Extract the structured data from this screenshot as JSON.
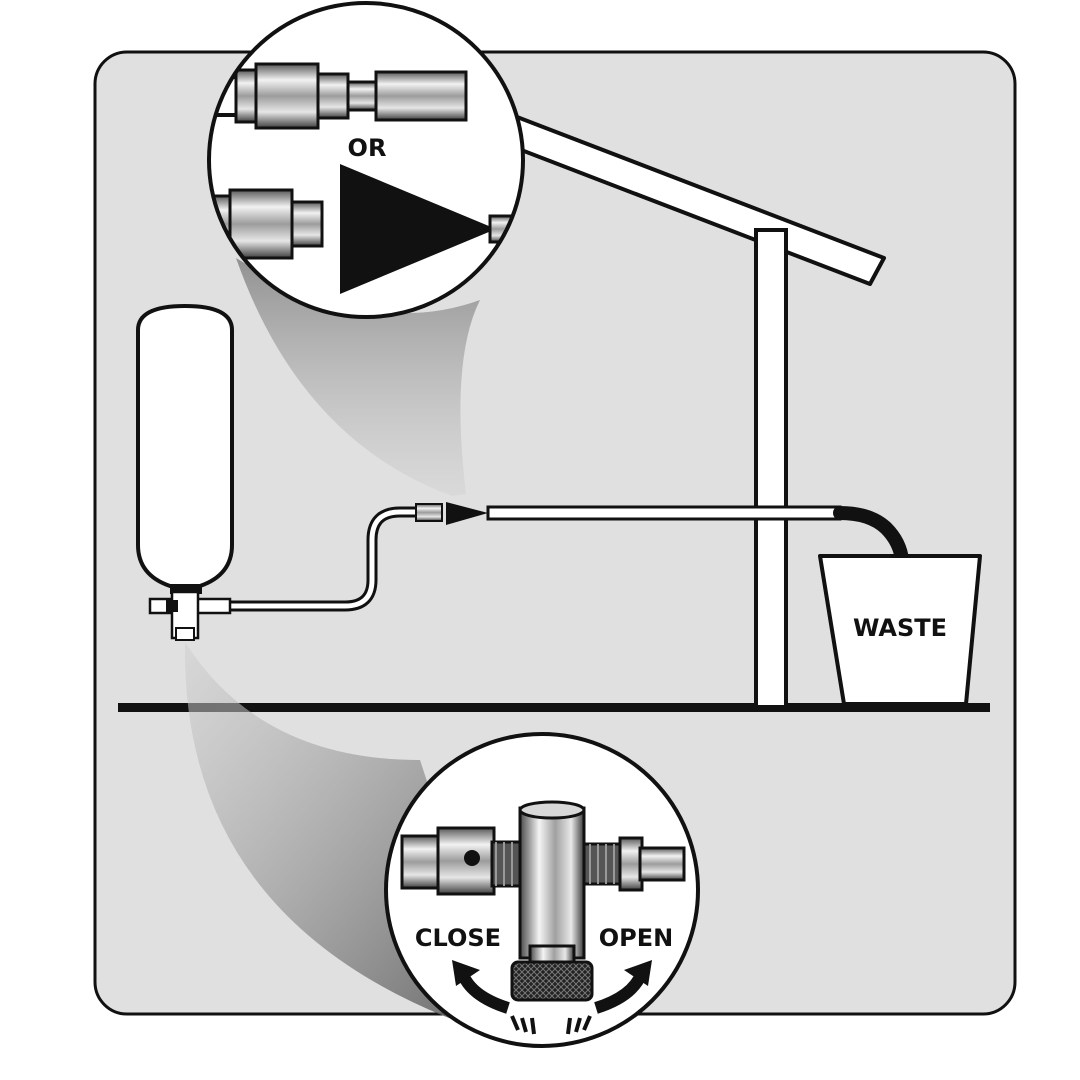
{
  "labels": {
    "or": "OR",
    "waste": "WASTE",
    "close": "CLOSE",
    "open": "OPEN"
  },
  "icons": {
    "cylinder": "gas-cylinder-icon",
    "valve": "needle-valve-icon",
    "restrictor": "cone-restrictor-icon",
    "bucket": "waste-bucket-icon"
  },
  "colors": {
    "background_panel": "#e0e0e0",
    "outline": "#111111",
    "white": "#ffffff",
    "shadow": "#9a9a9a"
  }
}
